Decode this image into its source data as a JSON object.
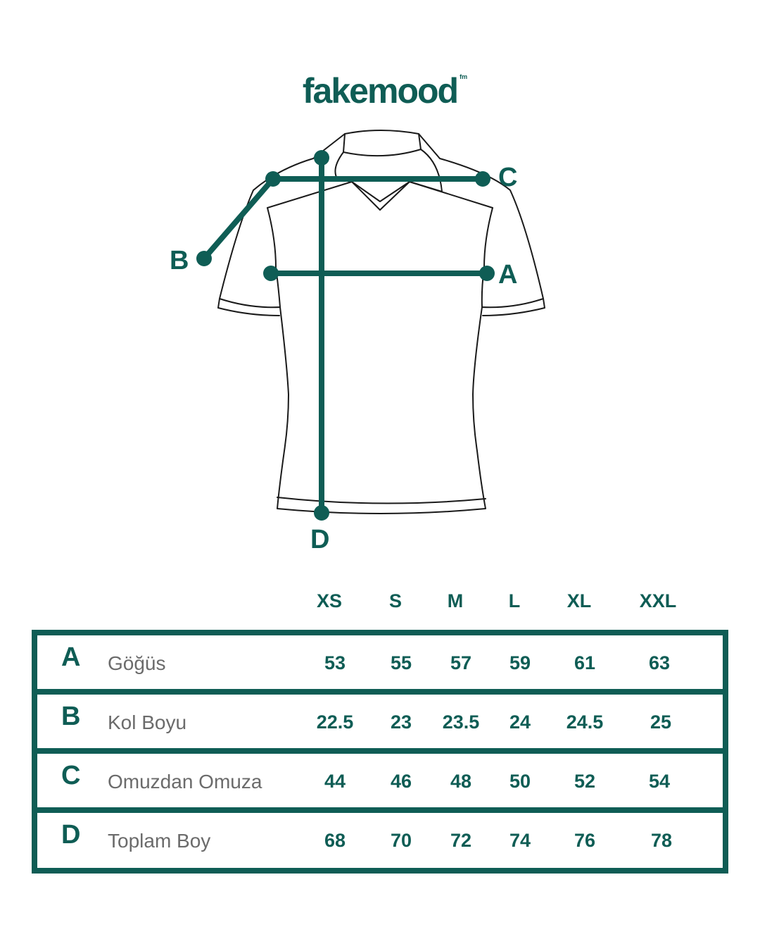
{
  "brand": {
    "name": "fakemood",
    "mark": "fm"
  },
  "diagram": {
    "labels": {
      "A": "A",
      "B": "B",
      "C": "C",
      "D": "D"
    }
  },
  "table": {
    "sizes": [
      "XS",
      "S",
      "M",
      "L",
      "XL",
      "XXL"
    ],
    "rows": [
      {
        "key": "A",
        "label": "Göğüs",
        "values": [
          "53",
          "55",
          "57",
          "59",
          "61",
          "63"
        ]
      },
      {
        "key": "B",
        "label": "Kol Boyu",
        "values": [
          "22.5",
          "23",
          "23.5",
          "24",
          "24.5",
          "25"
        ]
      },
      {
        "key": "C",
        "label": "Omuzdan Omuza",
        "values": [
          "44",
          "46",
          "48",
          "50",
          "52",
          "54"
        ]
      },
      {
        "key": "D",
        "label": "Toplam Boy",
        "values": [
          "68",
          "70",
          "72",
          "74",
          "76",
          "78"
        ]
      }
    ]
  },
  "colors": {
    "accent": "#0f5d55",
    "label_gray": "#6b6b6b",
    "outline": "#1a1a1a"
  }
}
